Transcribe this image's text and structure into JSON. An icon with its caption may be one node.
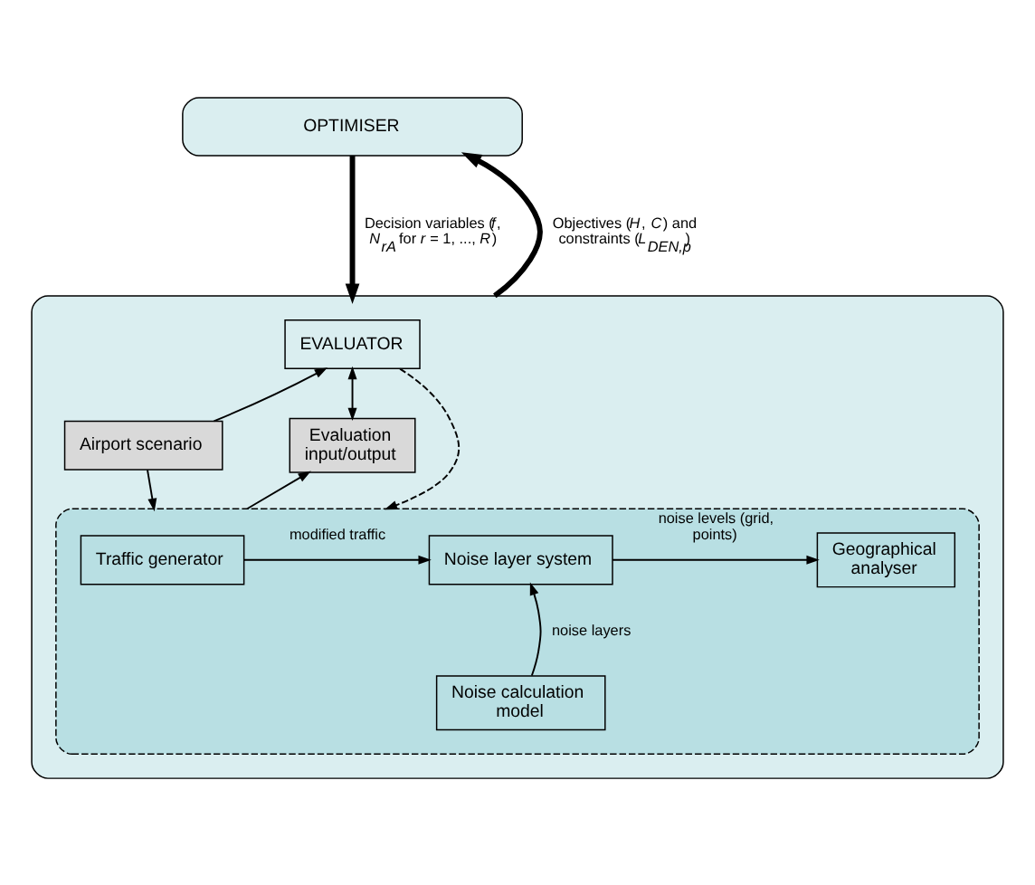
{
  "diagram": {
    "nodes": [
      {
        "text": [
          "OPTIMISER"
        ]
      },
      {
        "text": [],
        "shape": "box"
      },
      {
        "text": [
          "EVALUATOR"
        ],
        "in": 1
      },
      {
        "text": [
          "Airport scenario"
        ],
        "in": 1
      },
      {
        "text": [
          "Evaluation input/output"
        ],
        "in": 1
      },
      {
        "text": [],
        "shape": "box",
        "in": 1
      },
      {
        "text": [
          "Traffic generator"
        ],
        "in": 5
      },
      {
        "text": [
          "Noise layer system"
        ],
        "in": 5
      },
      {
        "text": [
          "Geographical analyser"
        ],
        "in": 5
      },
      {
        "text": [
          "Noise calculation model"
        ],
        "in": 5
      }
    ],
    "edges": [
      {
        "from": 0,
        "to": 1,
        "arrow": "to",
        "style": "thick",
        "label": "Decision variables (*f*, *N*$_{rA}$ for *r* = 1, ..., *R*)"
      },
      {
        "from": 1,
        "to": 0,
        "arrow": "to",
        "style": "thick",
        "label": "Objectives (*H*, *C*) and constraints (*L*$_{DEN,p}$)"
      },
      {
        "from": 3,
        "to": 2,
        "arrow": "to"
      },
      {
        "from": 2,
        "to": 4,
        "arrow": "both"
      },
      {
        "from": 2,
        "to": 5,
        "arrow": "to",
        "style": "dashed"
      },
      {
        "from": 3,
        "to": 5,
        "arrow": "to"
      },
      {
        "from": 5,
        "to": 4,
        "arrow": "to"
      },
      {
        "from": 6,
        "to": 7,
        "arrow": "to",
        "label": "modified traffic"
      },
      {
        "from": 7,
        "to": 8,
        "arrow": "to",
        "label": "noise levels (grid, points)"
      },
      {
        "from": 9,
        "to": 7,
        "arrow": "to",
        "label": "noise layers"
      }
    ]
  }
}
